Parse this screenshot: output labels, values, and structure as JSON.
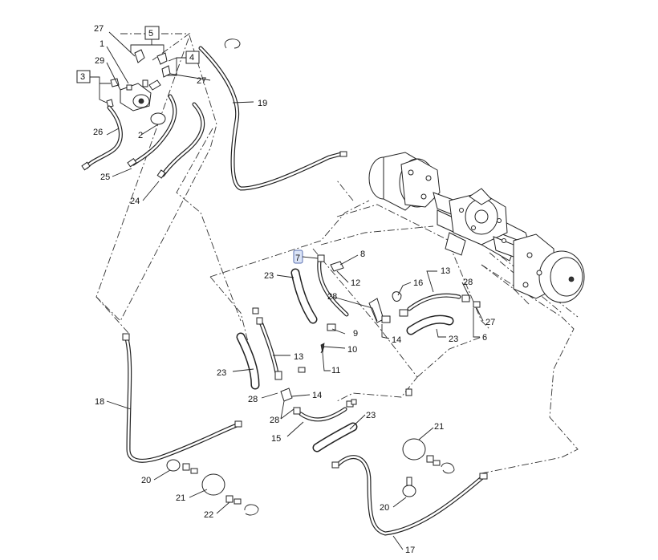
{
  "callouts": {
    "c27a": "27",
    "c1": "1",
    "c29": "29",
    "c3": "3",
    "c5": "5",
    "c4": "4",
    "c27b": "27",
    "c19": "19",
    "c2": "2",
    "c26": "26",
    "c25": "25",
    "c24": "24",
    "c7": "7",
    "c8": "8",
    "c23a": "23",
    "c12": "12",
    "c28a": "28",
    "c9": "9",
    "c10": "10",
    "c11": "11",
    "c14a": "14",
    "c13a": "13",
    "c16": "16",
    "c28b": "28",
    "c27c": "27",
    "c6": "6",
    "c23b": "23",
    "c13b": "13",
    "c23c": "23",
    "c28c": "28",
    "c14b": "14",
    "c28d": "28",
    "c15": "15",
    "c23d": "23",
    "c18": "18",
    "c20a": "20",
    "c21a": "21",
    "c22": "22",
    "c21b": "21",
    "c20b": "20",
    "c17": "17"
  }
}
